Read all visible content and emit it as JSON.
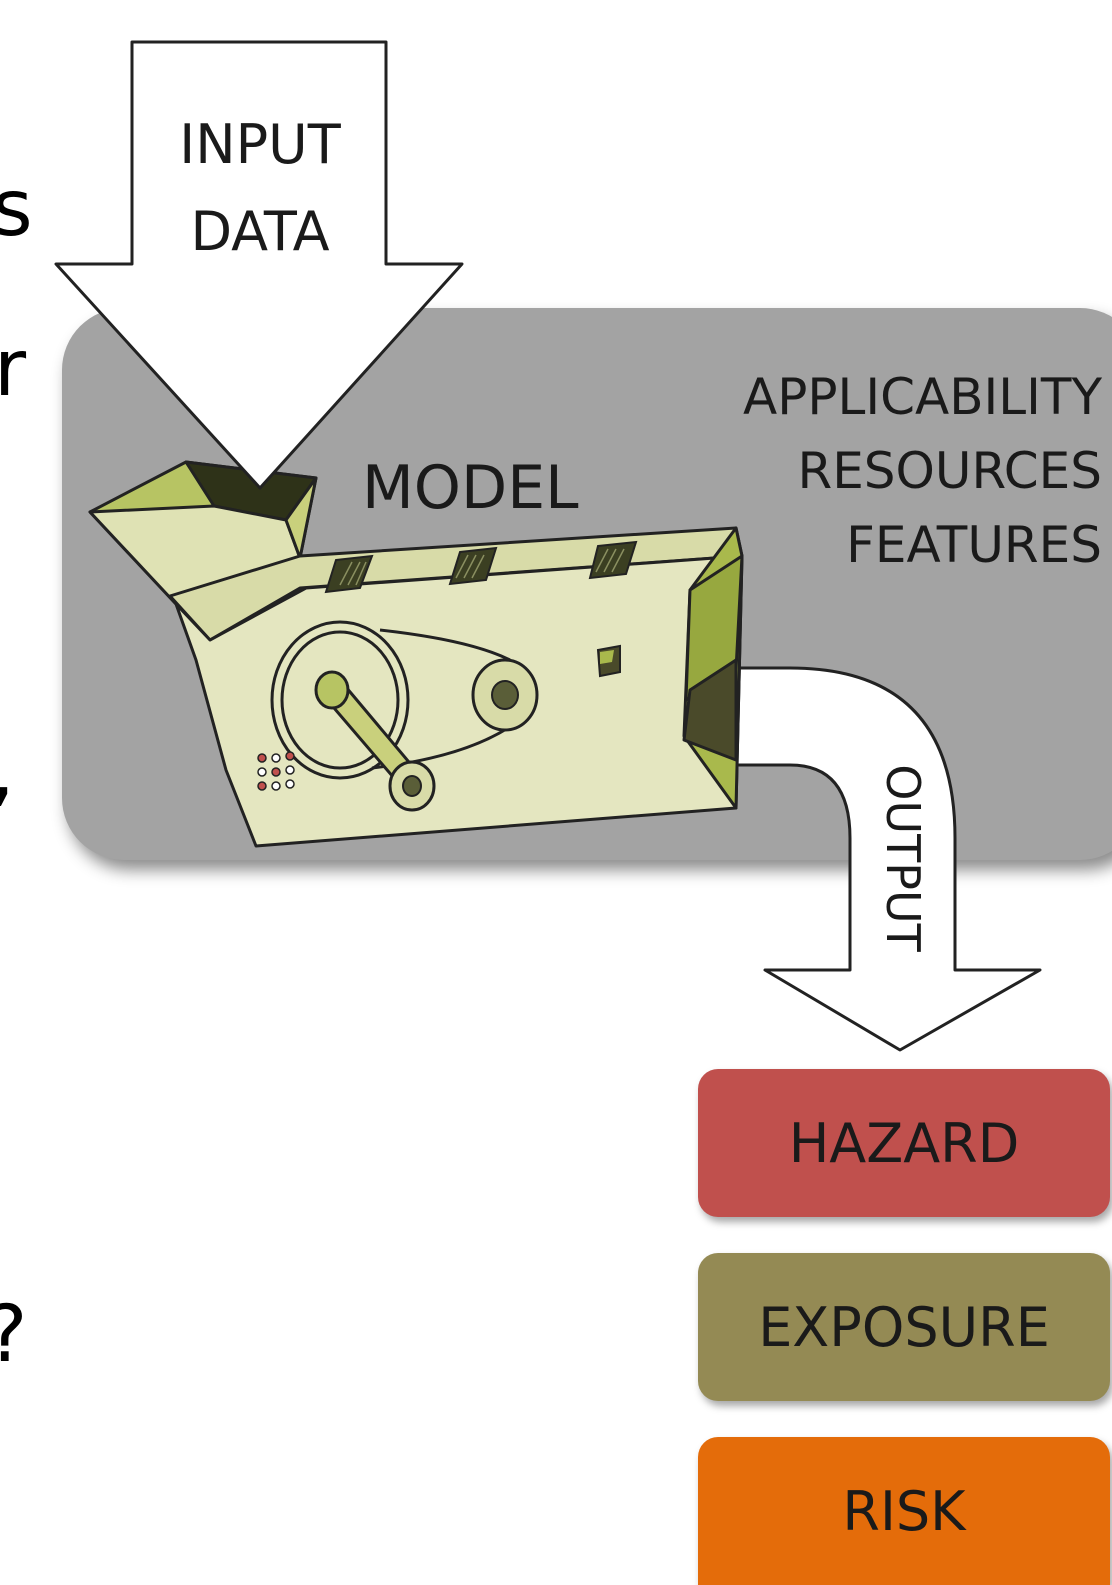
{
  "edge_fragments": {
    "char_1": "s",
    "char_2": "r",
    "char_3": ",",
    "char_4": "?"
  },
  "input_arrow": {
    "line_1": "INPUT",
    "line_2": "DATA"
  },
  "model": {
    "label": "MODEL"
  },
  "features": [
    "APPLICABILITY",
    "RESOURCES",
    "FEATURES"
  ],
  "output_arrow": {
    "label": "OUTPUT"
  },
  "categories": [
    {
      "label": "HAZARD",
      "color": "#c0504d"
    },
    {
      "label": "EXPOSURE",
      "color": "#948a54"
    },
    {
      "label": "RISK",
      "color": "#e46c0a"
    }
  ],
  "colors": {
    "panel": "#a3a3a3",
    "machine_body": "#e4e6c0",
    "machine_side": "#a9b94c",
    "arrow_fill": "#ffffff"
  }
}
